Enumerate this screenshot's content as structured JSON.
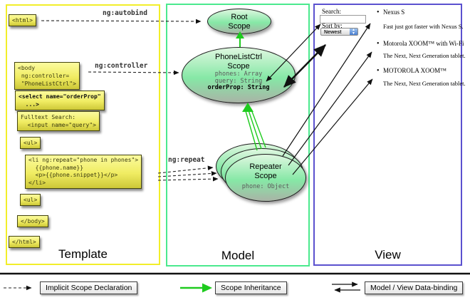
{
  "panels": {
    "template": {
      "label": "Template"
    },
    "model": {
      "label": "Model"
    },
    "view": {
      "label": "View"
    }
  },
  "annotations": {
    "autobind": "ng:autobind",
    "controller": "ng:controller",
    "repeat": "ng:repeat"
  },
  "template_code": {
    "html_open": "<html>",
    "body_open": [
      "<body",
      " ng:controller=",
      " \"PhoneListCtrl\">"
    ],
    "select": [
      "<select name=\"orderProp\"",
      "  ...>"
    ],
    "fulltext": [
      "Fulltext Search:",
      "  <input name=\"query\">"
    ],
    "ul_open": "<ul>",
    "li_repeat": [
      "<li ng:repeat=\"phone in phones\">",
      "  {{phone.name}}",
      "  <p>{{phone.snippet}}</p>",
      "</li>"
    ],
    "ul_close": "<ul>",
    "body_close": "</body>",
    "html_close": "</html>"
  },
  "model_scopes": {
    "root": {
      "line1": "Root",
      "line2": "Scope"
    },
    "phone_list": {
      "line1": "PhoneListCtrl",
      "line2": "Scope",
      "prop1": "phones: Array",
      "prop2": "query: String",
      "prop3_bold": "orderProp: String"
    },
    "repeater": {
      "line1": "Repeater",
      "line2": "Scope",
      "prop": "phone: Object"
    }
  },
  "view": {
    "search_label": "Search:",
    "search_value": "",
    "sort_label": "Sort by:",
    "sort_value": "Newest",
    "bullet": "•",
    "items": [
      {
        "title": "Nexus S",
        "desc": "Fast just got faster with Nexus S."
      },
      {
        "title": "Motorola XOOM™ with Wi-Fi",
        "desc": "The Next, Next Generation tablet."
      },
      {
        "title": "MOTOROLA XOOM™",
        "desc": "The Next, Next Generation tablet."
      }
    ]
  },
  "legend": {
    "implicit": "Implicit Scope Declaration",
    "inheritance": "Scope Inheritance",
    "binding": "Model / View Data-binding"
  },
  "colors": {
    "template_border": "#f2ee2a",
    "model_border": "#4be98e",
    "view_border": "#5b51cf",
    "scope_inheritance_green": "#1ecb1e",
    "box_yellow_top": "#fbfb9e",
    "box_yellow_bottom": "#cdc838"
  }
}
